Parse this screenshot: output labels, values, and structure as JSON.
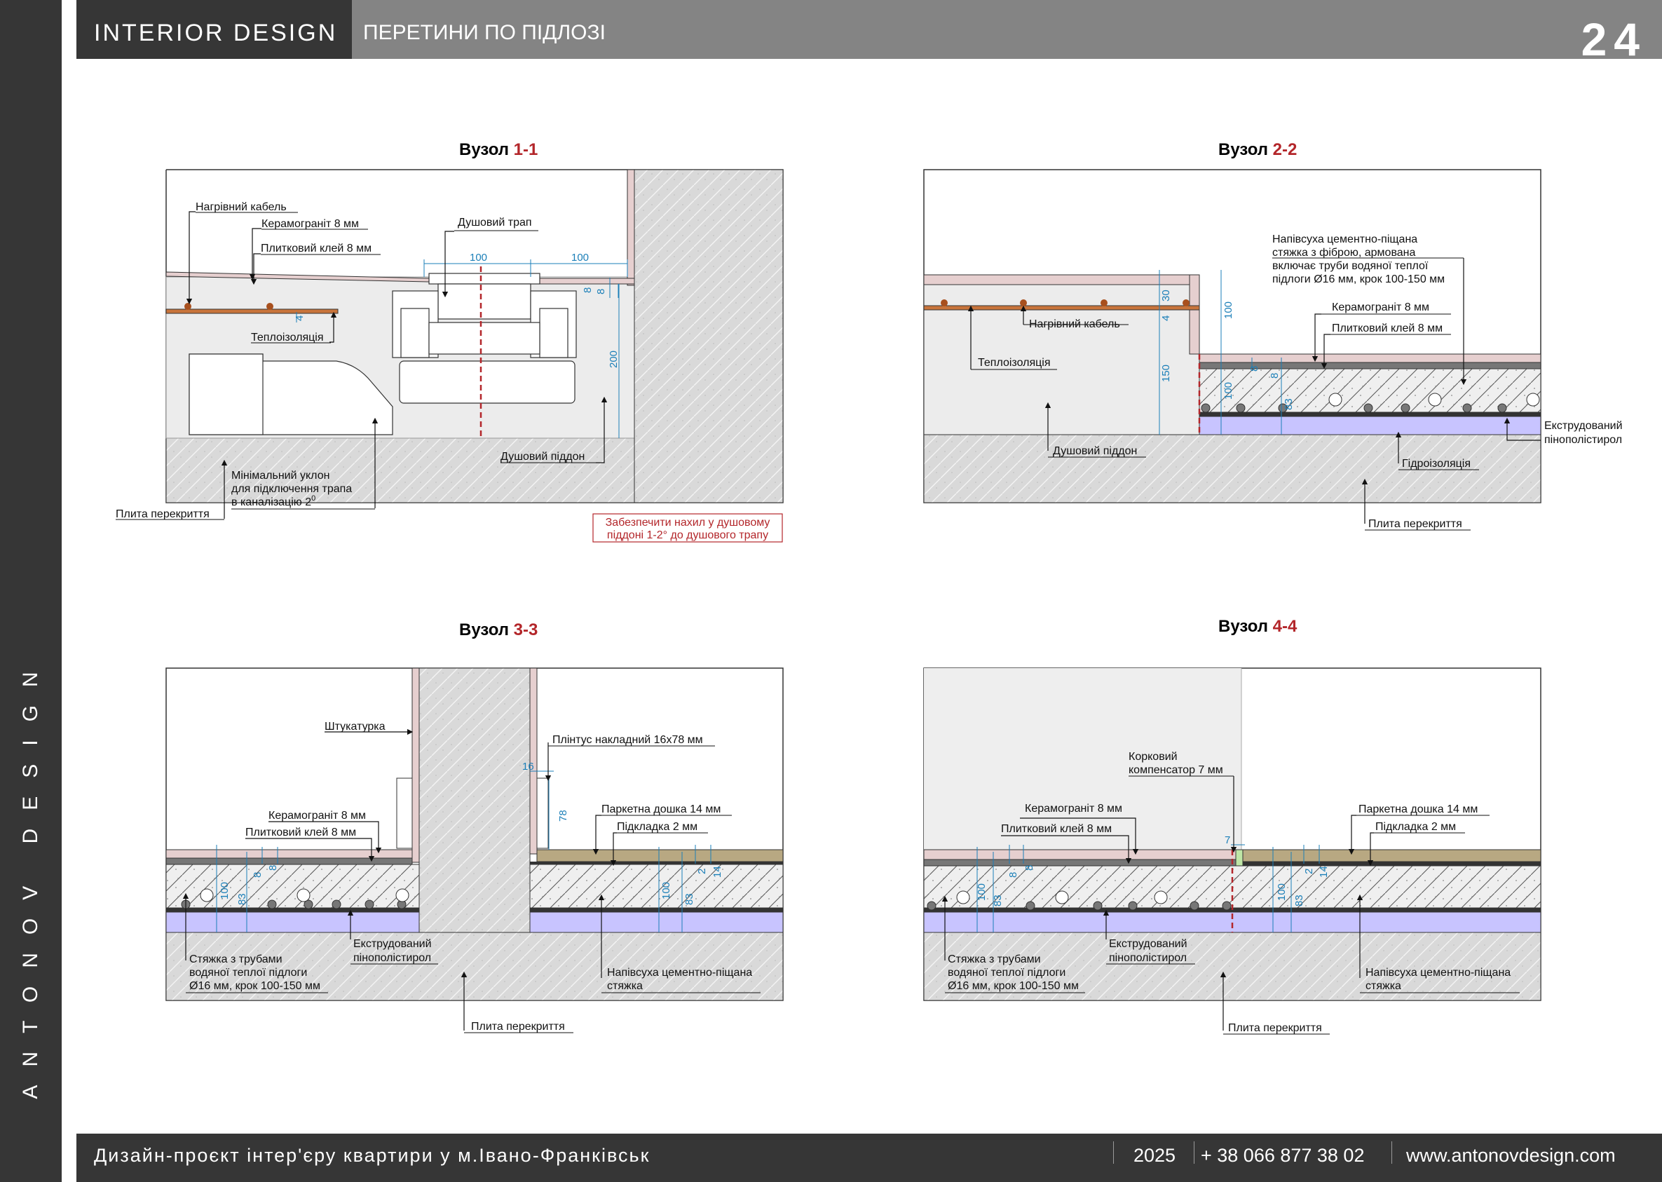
{
  "header": {
    "title": "INTERIOR  DESIGN",
    "subtitle": "ПЕРЕТИНИ ПО ПІДЛОЗІ",
    "page_number": "24"
  },
  "sidebar": {
    "brand": "ANTONOV DESIGN"
  },
  "footer": {
    "project": "Дизайн-проєкт інтер'єру квартири у м.Івано-Франківськ",
    "year": "2025",
    "phone": "+ 38 066 877 38 02",
    "website": "www.antonovdesign.com"
  },
  "colors": {
    "header_dark": "#363636",
    "header_grey": "#848484",
    "accent_red": "#b3262a",
    "dimension_blue": "#1b7fb8",
    "insulation_blue": "#c8c4ff",
    "tile_pink": "#e6cfcf",
    "parquet": "#b8a882"
  },
  "details": [
    {
      "title_prefix": "Вузол ",
      "title_num": "1-1",
      "labels": {
        "heating_cable": "Нагрівний кабель",
        "porcelain": "Керамограніт 8 мм",
        "tile_glue": "Плитковий клей 8 мм",
        "drain": "Душовий трап",
        "insulation": "Теплоізоляція",
        "shower_base": "Душовий піддон",
        "slope_1": "Мінімальний уклон",
        "slope_2": "для підключення трапа",
        "slope_3": "в каналізацію 2",
        "slope_sup": "0",
        "slab": "Плита перекриття"
      },
      "dims": {
        "d100a": "100",
        "d100b": "100",
        "d8a": "8",
        "d8b": "8",
        "d4": "4",
        "d200": "200"
      },
      "note_1": "Забезпечити нахил у душовому",
      "note_2": "піддоні 1-2° до душового трапу"
    },
    {
      "title_prefix": "Вузол ",
      "title_num": "2-2",
      "labels": {
        "screed_1": "Напівсуха цементно-піщана",
        "screed_2": "стяжка з фіброю, армована",
        "screed_3": "включає труби водяної теплої",
        "screed_4": "підлоги Ø16 мм, крок 100-150 мм",
        "porcelain": "Керамограніт 8 мм",
        "tile_glue": "Плитковий клей 8 мм",
        "heating_cable": "Нагрівний кабель",
        "insulation": "Теплоізоляція",
        "xps_1": "Екструдований",
        "xps_2": "пінополістирол",
        "waterproof": "Гідроізоляція",
        "shower_base": "Душовий піддон",
        "slab": "Плита перекриття"
      },
      "dims": {
        "d30": "30",
        "d4": "4",
        "d100": "100",
        "d150": "150",
        "d8a": "8",
        "d8b": "8",
        "d100b": "100",
        "d83": "83"
      }
    },
    {
      "title_prefix": "Вузол ",
      "title_num": "3-3",
      "labels": {
        "plaster": "Штукатурка",
        "skirting": "Плінтус накладний 16x78 мм",
        "porcelain": "Керамограніт 8 мм",
        "tile_glue": "Плитковий клей 8 мм",
        "parquet": "Паркетна дошка 14 мм",
        "underlay": "Підкладка 2 мм",
        "screed_pipes_1": "Стяжка з трубами",
        "screed_pipes_2": "водяної теплої підлоги",
        "screed_pipes_3": "Ø16 мм, крок 100-150 мм",
        "xps_1": "Екструдований",
        "xps_2": "пінополістирол",
        "semidry_1": "Напівсуха цементно-піщана",
        "semidry_2": "стяжка",
        "slab": "Плита перекриття"
      },
      "dims": {
        "d16": "16",
        "d78": "78",
        "d100a": "100",
        "d83a": "83",
        "d8a": "8",
        "d8b": "8",
        "d100b": "100",
        "d83b": "83",
        "d2": "2",
        "d14": "14"
      }
    },
    {
      "title_prefix": "Вузол ",
      "title_num": "4-4",
      "labels": {
        "cork_1": "Корковий",
        "cork_2": "компенсатор 7 мм",
        "porcelain": "Керамограніт 8 мм",
        "tile_glue": "Плитковий клей 8 мм",
        "parquet": "Паркетна дошка 14 мм",
        "underlay": "Підкладка 2 мм",
        "screed_pipes_1": "Стяжка з трубами",
        "screed_pipes_2": "водяної теплої підлоги",
        "screed_pipes_3": "Ø16 мм, крок 100-150 мм",
        "xps_1": "Екструдований",
        "xps_2": "пінополістирол",
        "semidry_1": "Напівсуха цементно-піщана",
        "semidry_2": "стяжка",
        "slab": "Плита перекриття"
      },
      "dims": {
        "d7": "7",
        "d100a": "100",
        "d83a": "83",
        "d8a": "8",
        "d8b": "8",
        "d100b": "100",
        "d83b": "83",
        "d2": "2",
        "d14": "14"
      }
    }
  ]
}
